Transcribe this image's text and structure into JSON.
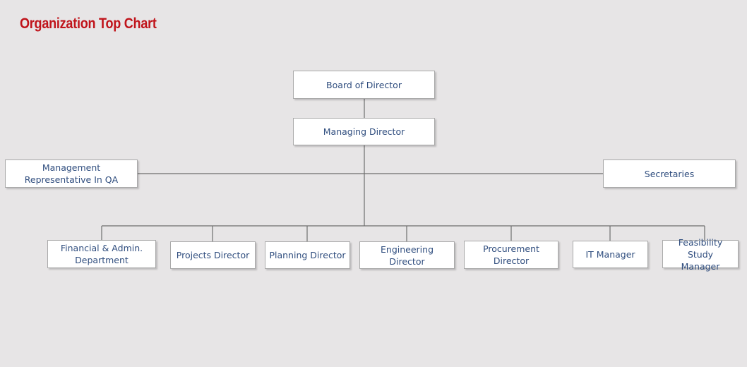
{
  "title": "Organization Top Chart",
  "colors": {
    "title": "#c0141b",
    "box_text": "#2f4d7e",
    "line": "#6e6e6e"
  },
  "nodes": {
    "board": "Board of Director",
    "managing": "Managing Director",
    "management_rep": "Management\nRepresentative In QA",
    "secretaries": "Secretaries",
    "financial": "Financial & Admin.\nDepartment",
    "projects": "Projects Director",
    "planning": "Planning Director",
    "engineering": "Engineering Director",
    "procurement": "Procurement\nDirector",
    "it": "IT Manager",
    "feasibility": "Feasibility Study\nManager"
  }
}
